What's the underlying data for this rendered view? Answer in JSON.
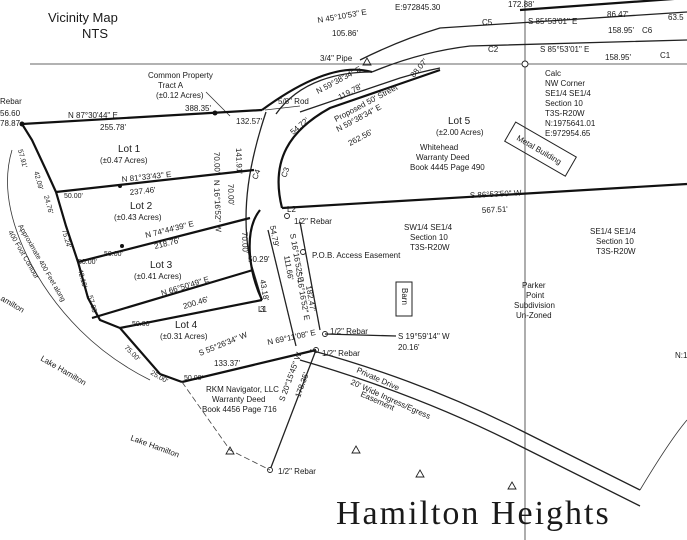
{
  "vicinity": {
    "title": "Vicinity Map",
    "subtitle": "NTS"
  },
  "common_property": {
    "line1": "Common Property",
    "line2": "Tract A",
    "line3": "(±0.12 Acres)"
  },
  "rebar_label": "Rebar",
  "rod_label": "5/8\" Rod",
  "pipe_label": "3/4\" Pipe",
  "rebar_half": "1/2\" Rebar",
  "top_values": {
    "e1": "E:972845.30",
    "n1": "N 45°10'53\" E",
    "d1": "105.86'",
    "c5": "C5",
    "d2": "172.88'",
    "s1": "S 85°53'01\" E",
    "d3": "86.47'",
    "c6": "C6",
    "d4": "158.95'",
    "d5": "63.5",
    "c2": "C2",
    "s2": "S 85°53'01\" E",
    "d6": "158.95'",
    "c1": "C1"
  },
  "left_values": {
    "n1": "56.60",
    "e1": "78.87"
  },
  "lots": [
    {
      "name": "Lot 1",
      "area": "(±0.47 Acres)"
    },
    {
      "name": "Lot 2",
      "area": "(±0.43 Acres)"
    },
    {
      "name": "Lot 3",
      "area": "(±0.41 Acres)"
    },
    {
      "name": "Lot 4",
      "area": "(±0.31 Acres)"
    },
    {
      "name": "Lot 5",
      "area": "(±2.00 Acres)"
    }
  ],
  "bearings": {
    "n87": "N 87°30'44\" E",
    "n87_dist": "255.78'",
    "d388": "388.35'",
    "d132": "132.57'",
    "n81": "N 81°33'43\" E",
    "n81_dist": "237.46'",
    "n74": "N 74°44'39\" E",
    "n74_dist": "218.76'",
    "n66": "N 66°50'49\" E",
    "n66_dist": "200.46'",
    "s55": "S 55°26'34\" W",
    "s55_dist": "133.37'",
    "n69": "N 69°11'08\" E",
    "n59a": "N 59°38'34\" E",
    "n59a_dist": "119.78'",
    "n59b": "N 59°38'34\" E",
    "n59b_dist": "262.56'",
    "d88": "88.07'",
    "d5472": "54.72'",
    "s86": "S 86°53'50\" W",
    "s86_dist": "567.51'",
    "s19": "S 19°59'14\" W",
    "s19_dist": "20.16'",
    "s20": "S 20°15'45\" W",
    "s20_dist": "178.35'",
    "d7000a": "70.00'",
    "d141": "141.91'",
    "d7000b": "70.00'",
    "d7000c": "70.00'",
    "d5029": "50.29'",
    "d5079": "54.79'",
    "d11166": "111.66'",
    "d4318": "43.18'",
    "d18247": "182.47'",
    "s16a": "S 16°16'52\" E",
    "s16b": "S 16°16'52\" E",
    "n16": "N 16°16'52\" W",
    "d3": "3",
    "d5791": "57.91'",
    "d4209": "42.09'",
    "d2476": "24.76'",
    "d7524": "75.24'",
    "d4215": "42.15'",
    "d5785": "57.85'",
    "d7500a": "75.00'",
    "d2500": "25.00'",
    "d5000": "50.00'",
    "d5000b": "50.00'",
    "d5000c": "50.00'",
    "d5000d": "50.00'",
    "d5000e": "50.00'",
    "c4": "C4",
    "c3": "C3",
    "l2": "L2",
    "l1": "L1"
  },
  "street": "Proposed 50' Street",
  "whitehead": {
    "line1": "Whitehead",
    "line2": "Warranty Deed",
    "line3": "Book 4445 Page 490"
  },
  "metal_building": "Metal Building",
  "calc": {
    "line1": "Calc",
    "line2": "NW Corner",
    "line3": "SE1/4 SE1/4",
    "line4": "Section 10",
    "line5": "T3S-R20W",
    "line6": "N:1975641.01",
    "line7": "E:972954.65"
  },
  "sw_se": {
    "line1": "SW1/4 SE1/4",
    "line2": "Section 10",
    "line3": "T3S-R20W"
  },
  "se_se": {
    "line1": "SE1/4 SE1/4",
    "line2": "Section 10",
    "line3": "T3S-R20W"
  },
  "pob": "P.O.B. Access Easement",
  "barn": "Barn",
  "parker": {
    "line1": "Parker",
    "line2": "Point",
    "line3": "Subdivision",
    "line4": "Un-Zoned"
  },
  "rkm": {
    "line1": "RKM Navigator, LLC",
    "line2": "Warranty Deed",
    "line3": "Book 4456 Page 716"
  },
  "drive": {
    "line1": "Private Drive",
    "line2": "20' Wide Ingress/Egress",
    "line3": "Easement"
  },
  "contour": {
    "line1": "Approximate 400 Feet along",
    "line2": "400 Foot Contour"
  },
  "lake1": "Lake Hamilton",
  "lake2": "Lake Hamilton",
  "lake3": "amilton",
  "title": "Hamilton Heights",
  "n1_label": "N:1"
}
